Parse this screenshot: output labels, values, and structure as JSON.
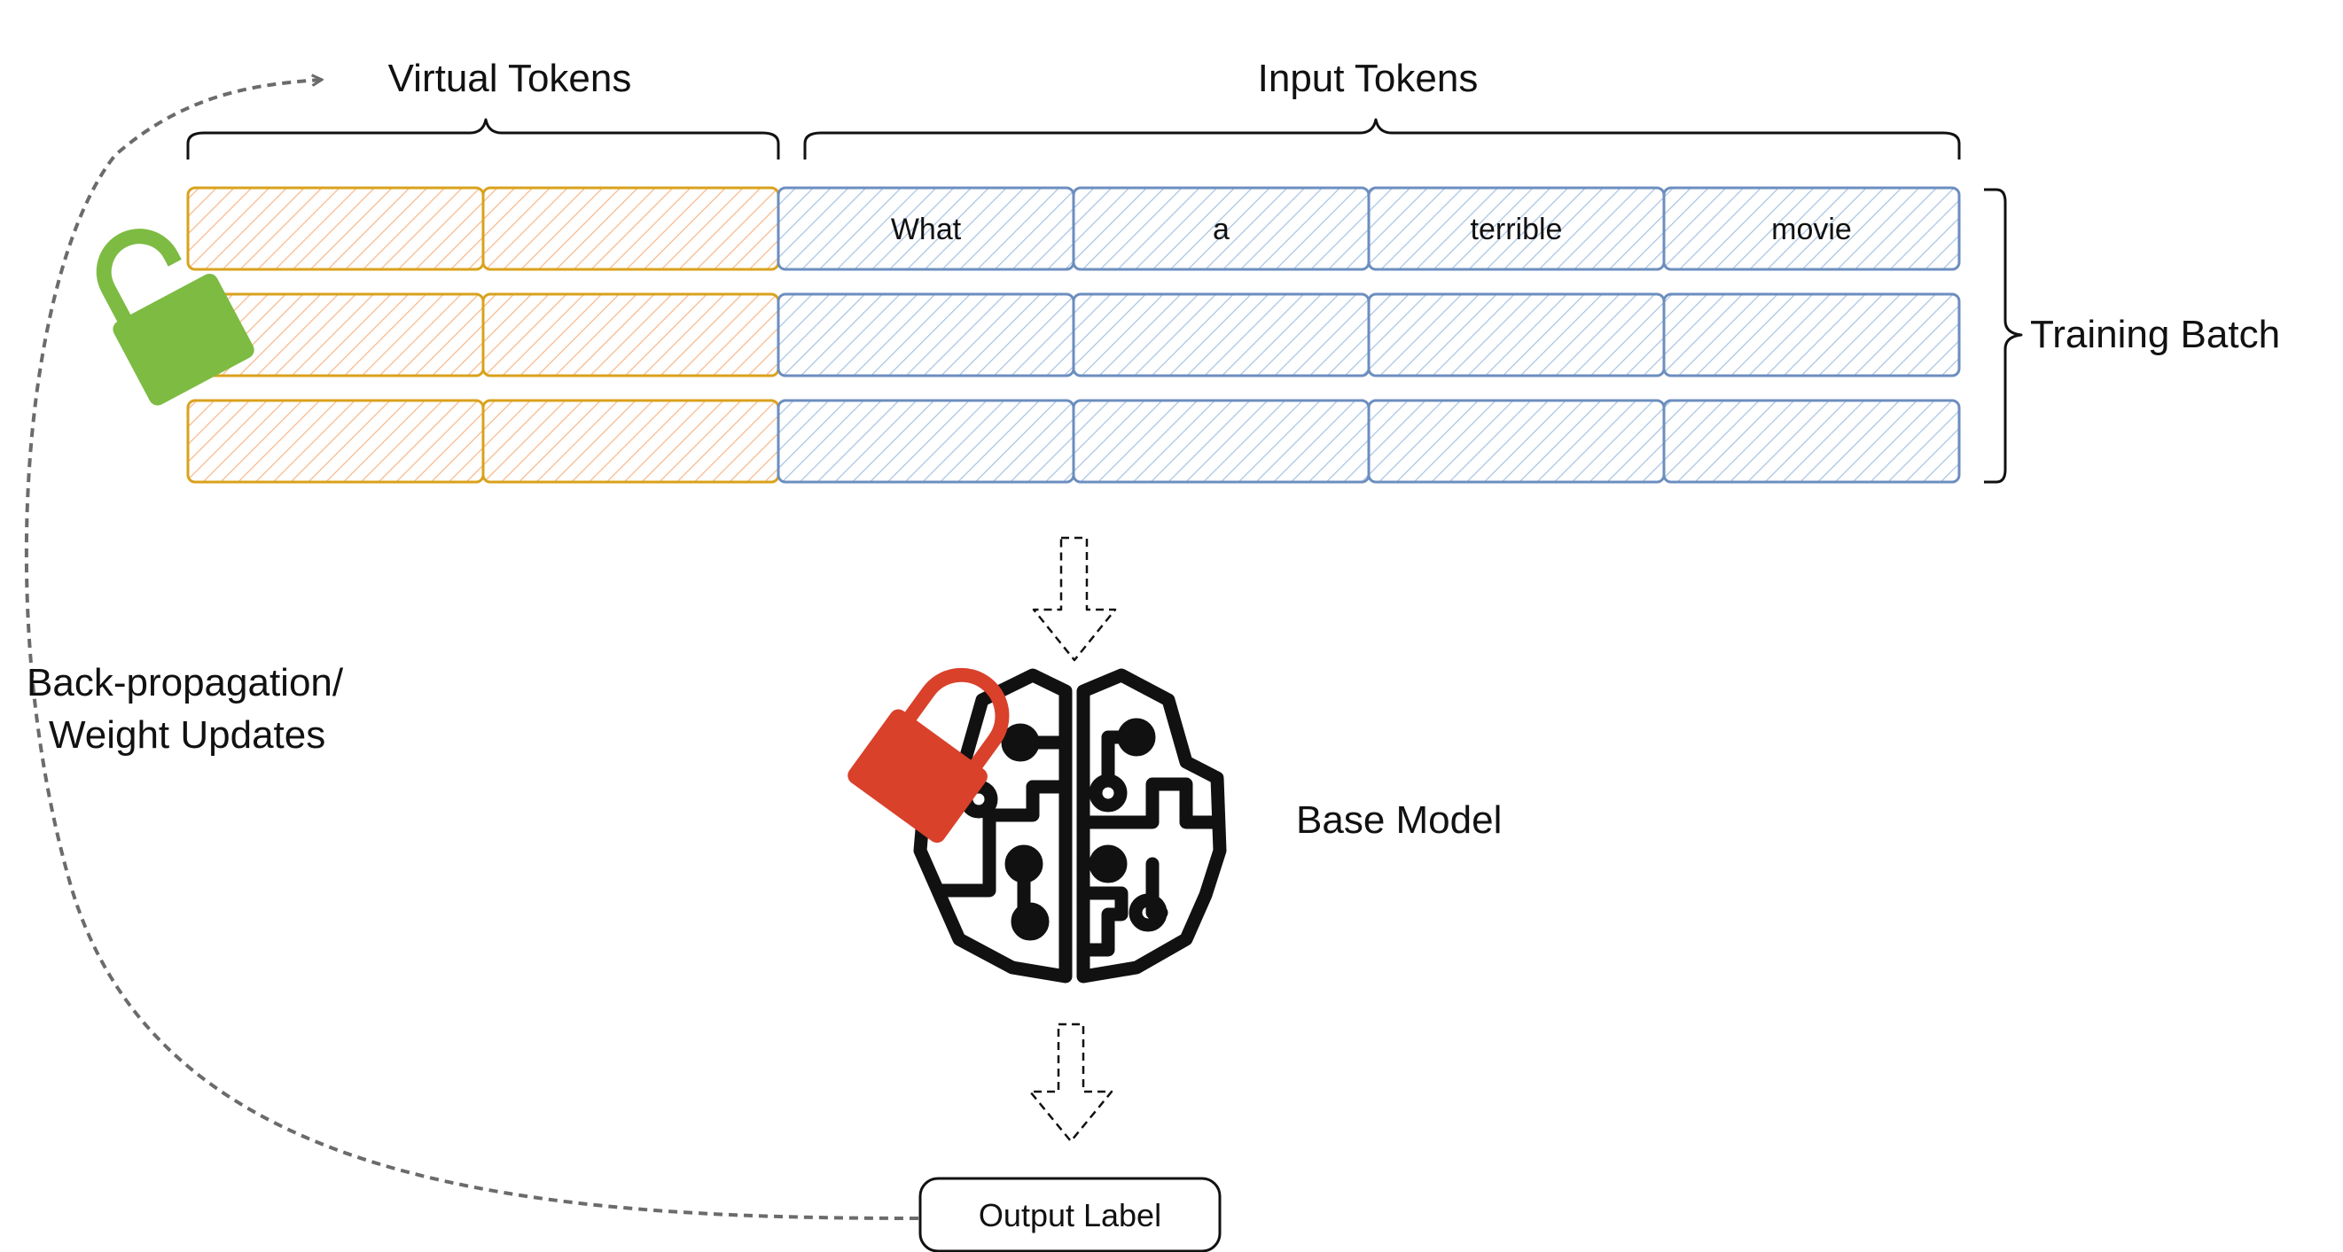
{
  "labels": {
    "virtual_tokens": "Virtual Tokens",
    "input_tokens": "Input Tokens",
    "training_batch": "Training Batch",
    "base_model": "Base Model",
    "backprop_line1": "Back-propagation/",
    "backprop_line2": "Weight Updates",
    "output_label": "Output Label"
  },
  "batch": {
    "virtual_cols": 2,
    "input_cols": 4,
    "rows": [
      [
        "What",
        "a",
        "terrible",
        "movie"
      ],
      [
        "",
        "",
        "",
        ""
      ],
      [
        "",
        "",
        "",
        ""
      ]
    ]
  },
  "colors": {
    "virtual_stroke": "#d9a21c",
    "virtual_fill": "#f8b98a",
    "input_stroke": "#6c8ebf",
    "input_fill": "#a9c4e4",
    "unlocked_lock": "#7dbb42",
    "locked_lock": "#d9412b",
    "dashed_arrow": "#6b6b6b"
  },
  "icons": {
    "virtual_lock": "unlocked-padlock-icon",
    "model_lock": "locked-padlock-icon",
    "model": "brain-circuit-icon"
  }
}
